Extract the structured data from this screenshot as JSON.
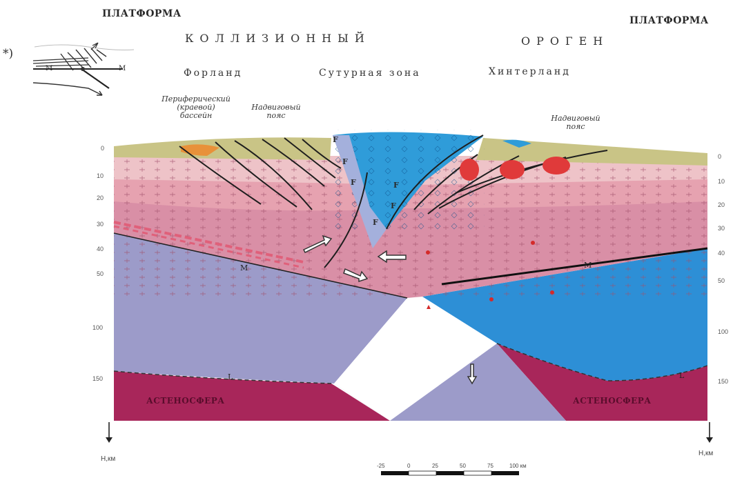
{
  "header": {
    "platform_left": "ПЛАТФОРМА",
    "platform_right": "ПЛАТФОРМА",
    "collision_word": "КОЛЛИЗИОННЫЙ",
    "orogen_word": "ОРОГЕН",
    "foreland": "Форланд",
    "suture_zone": "Сутурная зона",
    "hinterland": "Хинтерланд"
  },
  "annotations": {
    "footnote_mark": "*)",
    "inset_left_label": "M",
    "inset_right_label": "M",
    "peripheral_basin_1": "Периферический",
    "peripheral_basin_2": "(краевой)",
    "peripheral_basin_3": "бассейн",
    "thrust_belt_left_1": "Надвиговый",
    "thrust_belt_left_2": "пояс",
    "thrust_belt_right_1": "Надвиговый",
    "thrust_belt_right_2": "пояс",
    "fault_label": "F",
    "moho_label": "M",
    "lab_label": "L",
    "asthenosphere": "АСТЕНОСФЕРА"
  },
  "axis": {
    "left_ticks": [
      "0",
      "10",
      "20",
      "30",
      "40",
      "50",
      "100",
      "150"
    ],
    "right_ticks": [
      "0",
      "10",
      "20",
      "30",
      "40",
      "50",
      "100",
      "150"
    ],
    "unit_left": "Н,км",
    "unit_right": "Н,км"
  },
  "scale_bar": {
    "labels": [
      "-25",
      "0",
      "25",
      "50",
      "75",
      "100 км"
    ]
  },
  "colors": {
    "sediment": "#c9c486",
    "upper_crust": "#eec3c8",
    "mid_crust": "#e6a2b0",
    "lower_crust": "#d98fa6",
    "left_mantle": "#9c9bc9",
    "right_mantle": "#2d8fd6",
    "asthenosphere": "#a8265a",
    "ophiolite": "#2f9cd9",
    "melange": "#a4b0dc",
    "granite": "#e03a3a",
    "orange_basin": "#e8913a"
  },
  "icons": [
    "arrow-down-icon",
    "fold-arrow-icon",
    "granite-body-icon"
  ]
}
